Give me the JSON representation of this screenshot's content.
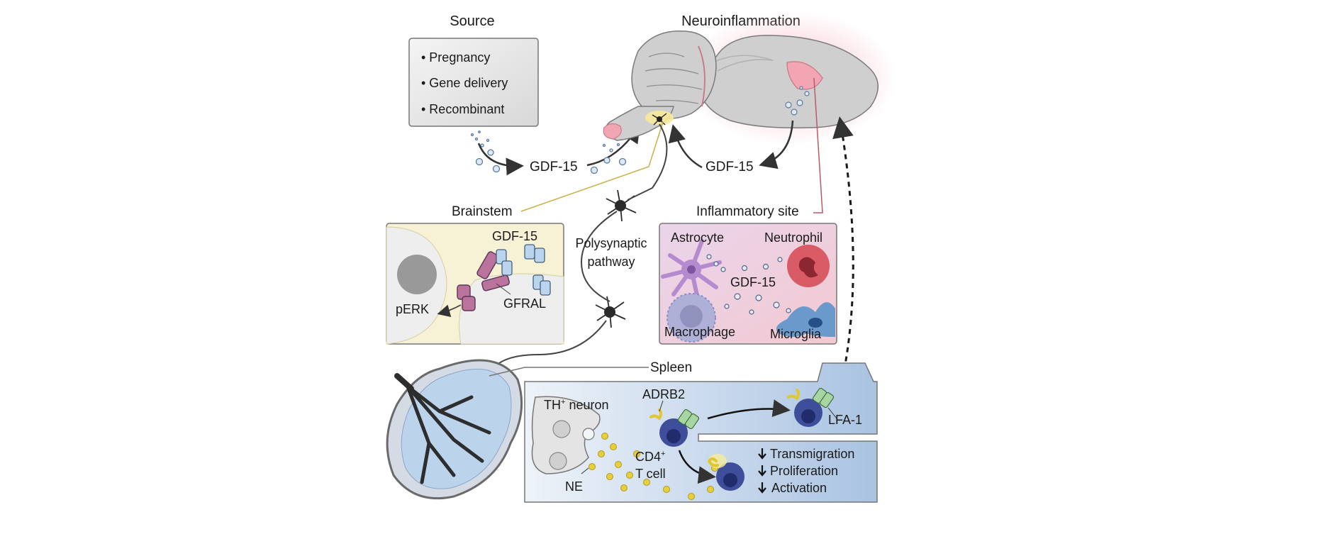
{
  "headings": {
    "source": "Source",
    "neuroinflammation": "Neuroinflammation"
  },
  "source_box": {
    "items": [
      "• Pregnancy",
      "• Gene delivery",
      "• Recombinant"
    ]
  },
  "gdf15_label": "GDF-15",
  "gdf15_label_right": "GDF-15",
  "brainstem": {
    "title": "Brainstem",
    "gdf15": "GDF-15",
    "gfral": "GFRAL",
    "perk": "pERK"
  },
  "polysynaptic": {
    "line1": "Polysynaptic",
    "line2": "pathway"
  },
  "inflammatory": {
    "title": "Inflammatory site",
    "astrocyte": "Astrocyte",
    "neutrophil": "Neutrophil",
    "gdf15": "GDF-15",
    "macrophage": "Macrophage",
    "microglia": "Microglia"
  },
  "spleen": {
    "title": "Spleen",
    "th_neuron_prefix": "TH",
    "th_neuron_sup": "+",
    "th_neuron_suffix": " neuron",
    "adrb2": "ADRB2",
    "cd4_prefix": "CD4",
    "cd4_sup": "+",
    "tcell": "T cell",
    "ne": "NE",
    "lfa1": "LFA-1"
  },
  "effects": {
    "items": [
      "Transmigration",
      "Proliferation",
      "Activation"
    ]
  },
  "colors": {
    "brain_gray": "#cfcfcf",
    "brain_outline": "#7a7a7a",
    "inflammation_pink": "#f2a5b3",
    "brainstem_box": "#f7f1d6",
    "inflammatory_box": "#f3d3da",
    "spleen_blue": "#bcd3ec",
    "receptor_purple": "#b9739c",
    "receptor_blue": "#b9d4ec",
    "tcell_blue": "#3e4e9a",
    "ne_yellow": "#e7cf3c"
  }
}
